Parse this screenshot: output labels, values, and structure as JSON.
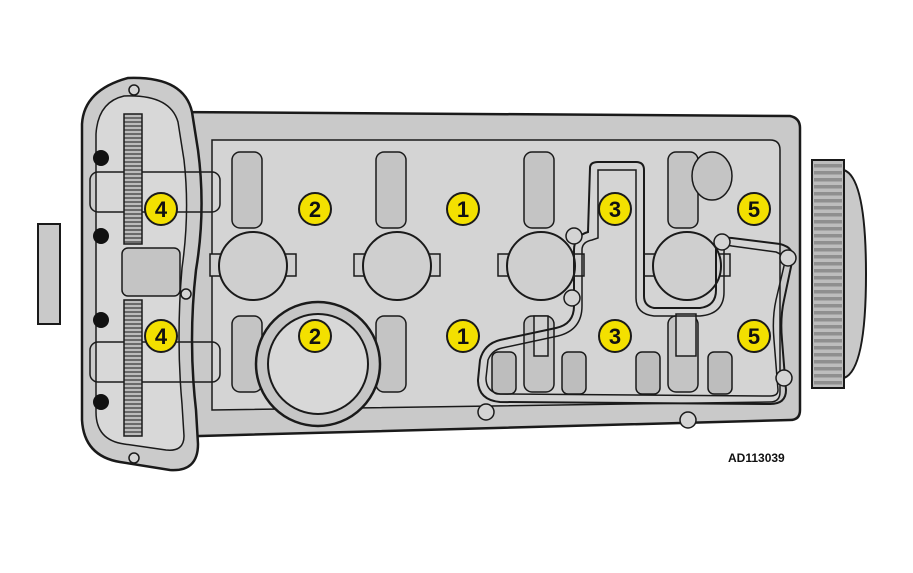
{
  "colors": {
    "body": "#c9c9c9",
    "body_dark": "#b3b3b3",
    "recess": "#d9d9d9",
    "line": "#1a1a1a",
    "callout_fill": "#f3e000",
    "background": "#ffffff"
  },
  "callouts": [
    {
      "id": "c4-top",
      "label": "4"
    },
    {
      "id": "c2-top",
      "label": "2"
    },
    {
      "id": "c1-top",
      "label": "1"
    },
    {
      "id": "c3-top",
      "label": "3"
    },
    {
      "id": "c5-top",
      "label": "5"
    },
    {
      "id": "c4-bottom",
      "label": "4"
    },
    {
      "id": "c2-bottom",
      "label": "2"
    },
    {
      "id": "c1-bottom",
      "label": "1"
    },
    {
      "id": "c3-bottom",
      "label": "3"
    },
    {
      "id": "c5-bottom",
      "label": "5"
    }
  ],
  "reference_code": "AD113039"
}
